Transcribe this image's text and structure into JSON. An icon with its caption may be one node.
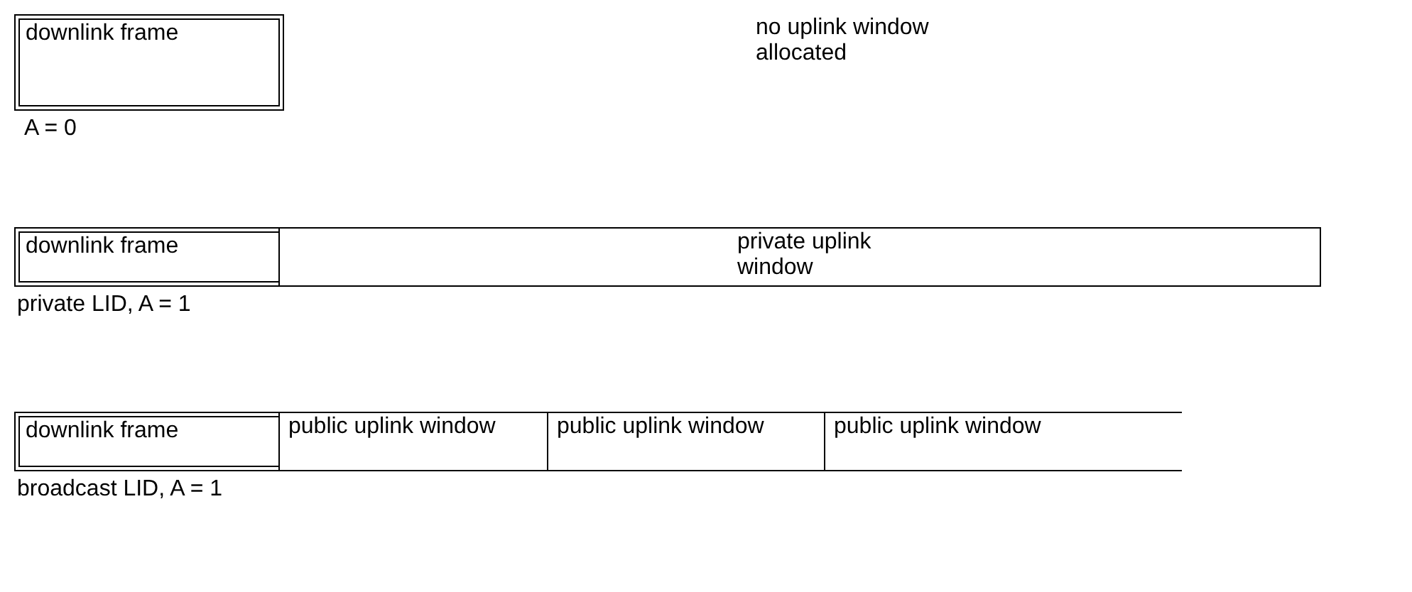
{
  "diagram": {
    "nodes": [
      {
        "text": [
          "downlink frame"
        ]
      },
      {
        "text": [
          "downlink frame"
        ]
      },
      {
        "text": [
          "private uplink window"
        ]
      },
      {
        "text": [
          "downlink frame"
        ]
      },
      {
        "text": [
          "public uplink window"
        ]
      },
      {
        "text": [
          "public uplink window"
        ]
      },
      {
        "text": [
          "public uplink window"
        ]
      }
    ],
    "edges": [],
    "labels": [
      "no uplink window allocated",
      "A = 0",
      "private LID, A = 1",
      "broadcast LID, A = 1"
    ]
  }
}
